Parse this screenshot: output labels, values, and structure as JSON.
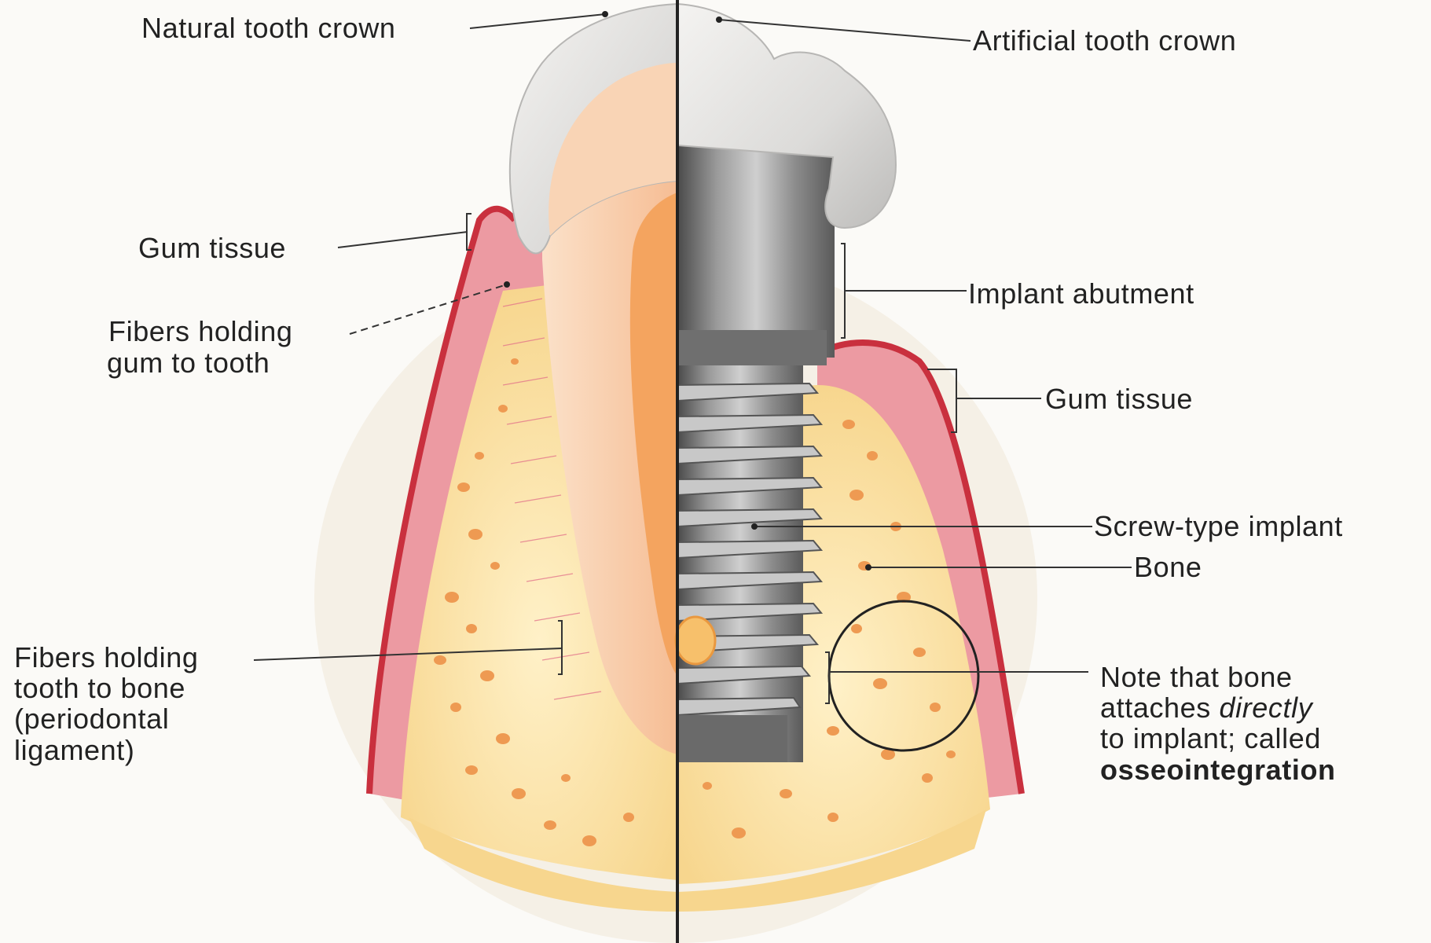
{
  "labels": {
    "natural_crown": "Natural tooth crown",
    "artificial_crown": "Artificial tooth crown",
    "gum_tissue_left": "Gum tissue",
    "fibers_gum_line1": "Fibers holding",
    "fibers_gum_line2": "gum to tooth",
    "implant_abutment": "Implant abutment",
    "gum_tissue_right": "Gum tissue",
    "screw_implant": "Screw-type implant",
    "bone": "Bone",
    "fibers_bone_line1": "Fibers holding",
    "fibers_bone_line2": "tooth to bone",
    "fibers_bone_line3": "(periodontal",
    "fibers_bone_line4": "ligament)",
    "note_line1": "Note that bone",
    "note_line2a": "attaches ",
    "note_line2b": "directly",
    "note_line3": "to implant; called",
    "note_line4": "osseointegration"
  },
  "colors": {
    "gum": "#e98c95",
    "gum_edge": "#c9303e",
    "bone": "#fbe3a8",
    "bone_spots": "#ef9c55",
    "dentin": "#f8c9a4",
    "pulp": "#f6b170",
    "enamel": "#e4e3e1",
    "implant": "#8a8a8a",
    "line": "#222222"
  }
}
